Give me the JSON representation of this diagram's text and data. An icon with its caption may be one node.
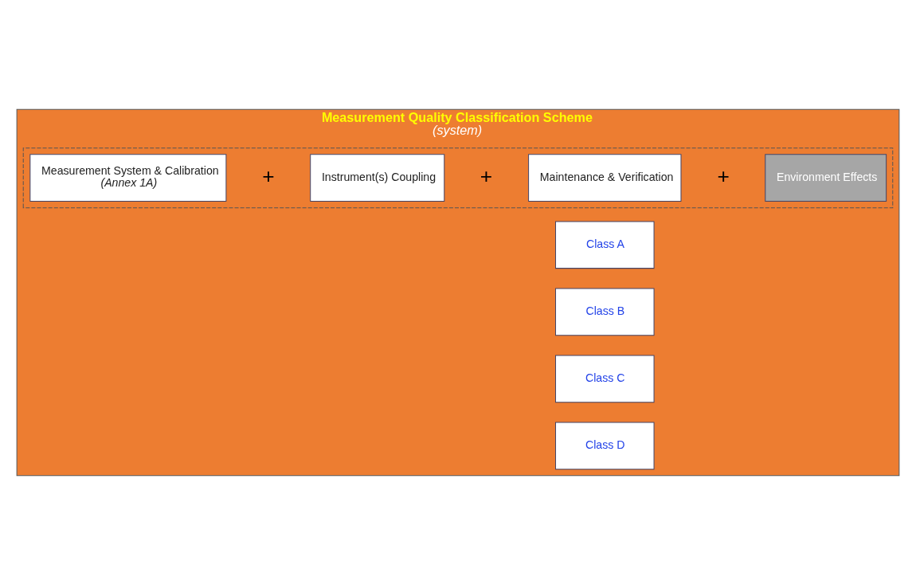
{
  "diagram": {
    "nodes": [
      {
        "text": [
          "Measurement Quality Classification Scheme",
          "(system)"
        ]
      },
      {
        "text": [],
        "shape": "box",
        "in": 0
      },
      {
        "text": [
          "Measurement System & Calibration",
          "(Annex 1A)"
        ],
        "in": 1
      },
      {
        "text": [
          "Instrument(s) Coupling"
        ],
        "in": 1
      },
      {
        "text": [
          "Maintenance & Verification"
        ],
        "in": 1
      },
      {
        "text": [
          "Environment Effects"
        ],
        "in": 1
      },
      {
        "text": [
          "Class A"
        ],
        "in": 0
      },
      {
        "text": [
          "Class B"
        ],
        "in": 0
      },
      {
        "text": [
          "Class C"
        ],
        "in": 0
      },
      {
        "text": [
          "Class D"
        ],
        "in": 0
      }
    ],
    "edges": [],
    "labels": [
      "+",
      "+",
      "+"
    ]
  }
}
